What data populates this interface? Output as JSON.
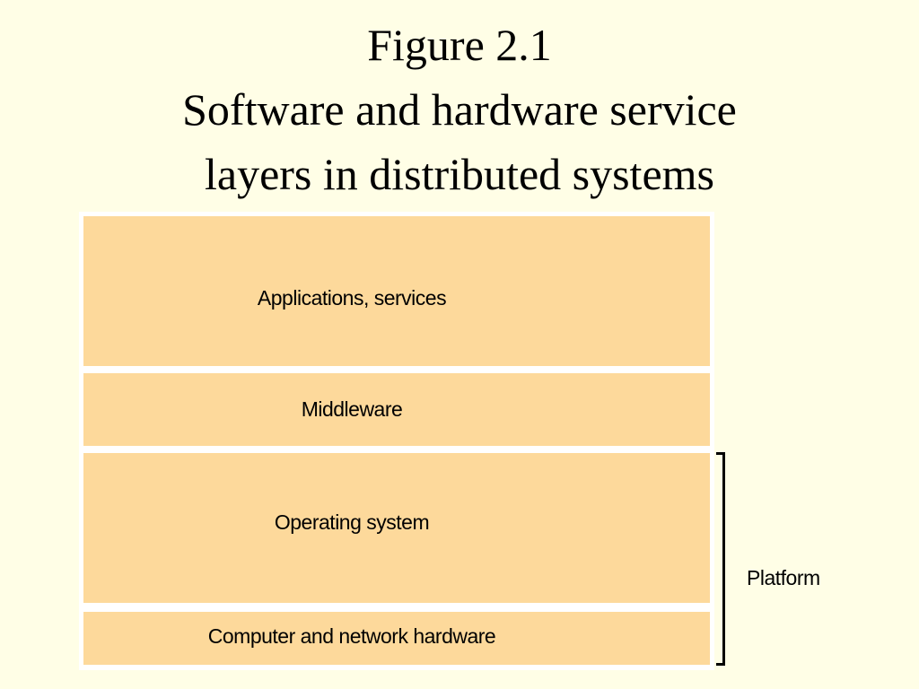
{
  "title": {
    "line1": "Figure 2.1",
    "line2": "Software and hardware service",
    "line3": "layers in distributed systems"
  },
  "layers": [
    {
      "label": "Applications, services"
    },
    {
      "label": "Middleware"
    },
    {
      "label": "Operating system"
    },
    {
      "label": "Computer and network hardware"
    }
  ],
  "bracket": {
    "label": "Platform"
  },
  "colors": {
    "background": "#fffee6",
    "layer_fill": "#fdd99b",
    "layer_gap": "#ffffff",
    "text": "#000000"
  }
}
